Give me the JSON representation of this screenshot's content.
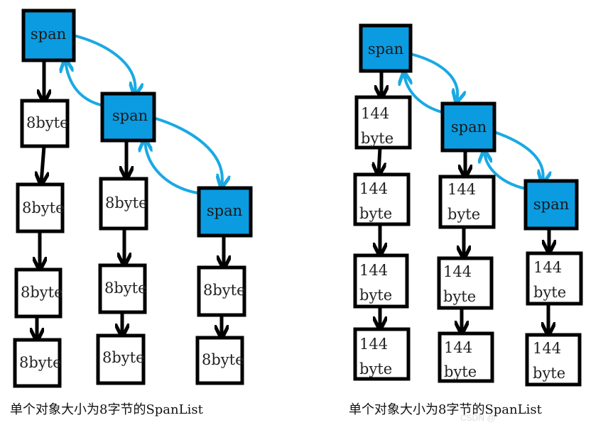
{
  "colors": {
    "span_fill": "#0b9be0",
    "link_color": "#19a9e3",
    "node_fill": "#ffffff",
    "border": "#000000"
  },
  "left_diagram": {
    "span_label": "span",
    "node_label": "8byte",
    "caption": "单个对象大小为8字节的SpanList"
  },
  "right_diagram": {
    "span_label": "span",
    "node_label_line1": "144",
    "node_label_line2": "byte",
    "caption": "单个对象大小为8字节的SpanList"
  },
  "watermark": "CSDN @"
}
